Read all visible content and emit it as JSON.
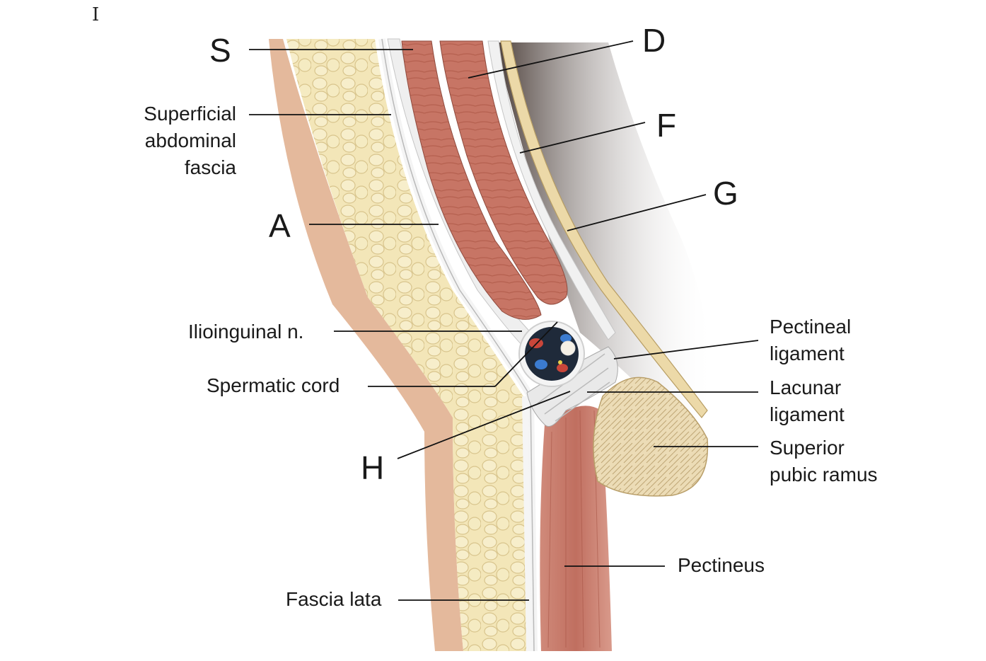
{
  "cursor_glyph": "I",
  "labels": {
    "S": "S",
    "D": "D",
    "F": "F",
    "G": "G",
    "A": "A",
    "H": "H",
    "superficial_fascia": [
      "Superficial",
      "abdominal",
      "fascia"
    ],
    "ilioinguinal": "Ilioinguinal n.",
    "spermatic_cord": "Spermatic cord",
    "fascia_lata": "Fascia lata",
    "pectineal": [
      "Pectineal",
      "ligament"
    ],
    "lacunar": [
      "Lacunar",
      "ligament"
    ],
    "superior_pubic": [
      "Superior",
      "pubic ramus"
    ],
    "pectineus": "Pectineus"
  },
  "colors": {
    "fat": "#f2e3b3",
    "fat_edge": "#d9c48a",
    "muscle": "#c9786a",
    "muscle_dark": "#a8584c",
    "fascia": "#eeeeee",
    "bone": "#e9d7b0",
    "skin": "#e2b79a",
    "shadow": "#3a2a22"
  }
}
